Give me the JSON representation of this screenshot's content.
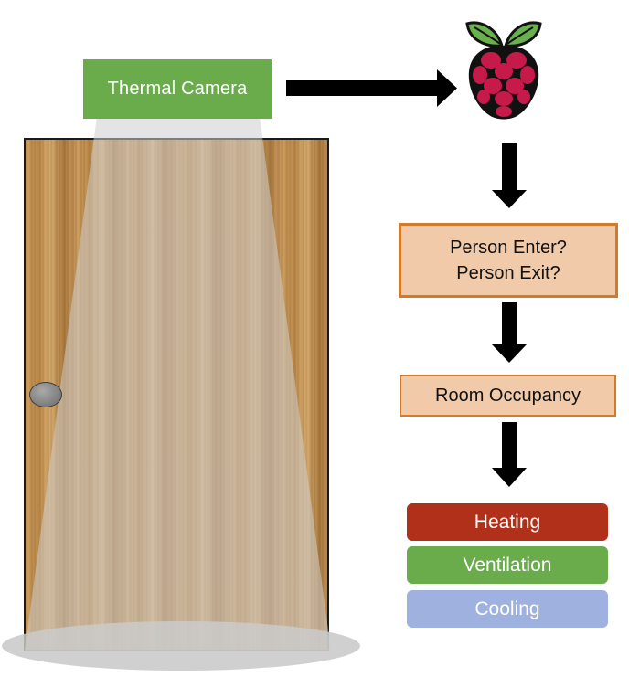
{
  "camera": {
    "label": "Thermal Camera"
  },
  "detection": {
    "line1": "Person Enter?",
    "line2": "Person Exit?"
  },
  "occupancy": {
    "label": "Room Occupancy"
  },
  "hvac": [
    {
      "label": "Heating",
      "color": "#b0301a"
    },
    {
      "label": "Ventilation",
      "color": "#6aac4c"
    },
    {
      "label": "Cooling",
      "color": "#9fb1de"
    }
  ],
  "icons": {
    "controller": "raspberry-pi-icon",
    "arrows": "arrow-icon",
    "door": "door-icon",
    "knob": "door-knob-icon"
  },
  "colors": {
    "box_fill": "#f1cba9",
    "box_border": "#d5792b",
    "camera_fill": "#6aac4c"
  }
}
